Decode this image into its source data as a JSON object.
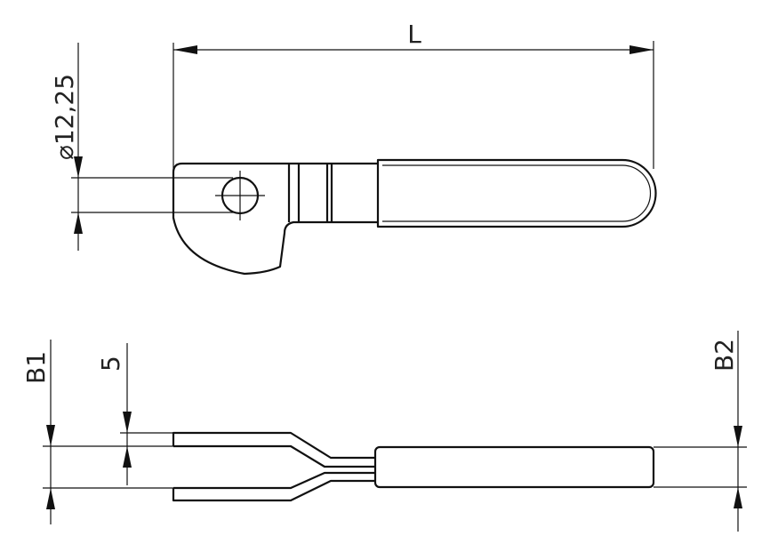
{
  "top_view": {
    "length_label": "L",
    "diameter_label": "⌀12,25"
  },
  "side_view": {
    "b1_label": "B1",
    "gap_label": "5",
    "b2_label": "B2"
  }
}
